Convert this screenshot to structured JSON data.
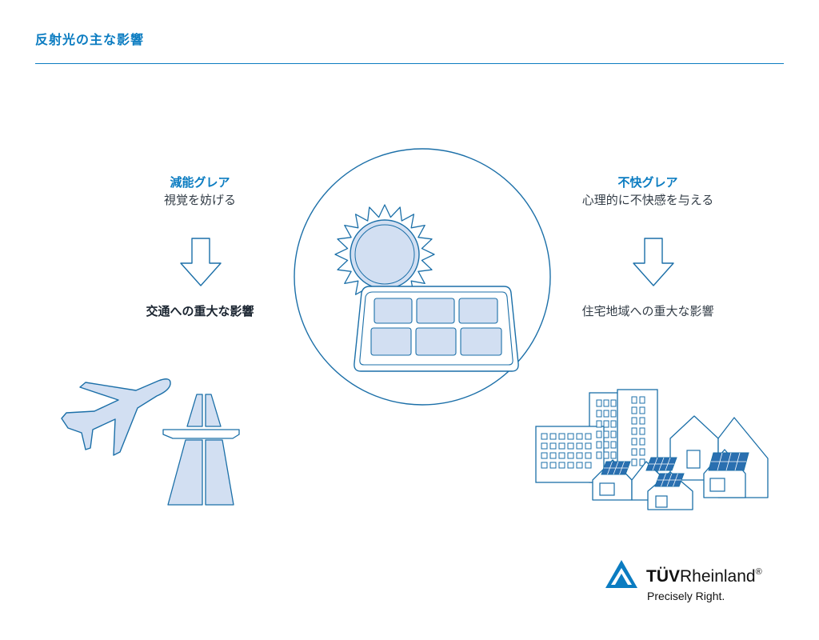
{
  "title": "反射光の主な影響",
  "left": {
    "heading": "減能グレア",
    "subheading": "視覚を妨げる",
    "impact": "交通への重大な影響"
  },
  "right": {
    "heading": "不快グレア",
    "subheading": "心理的に不快感を与える",
    "impact": "住宅地域への重大な影響"
  },
  "brand": {
    "name_bold": "TÜV",
    "name_regular": "Rheinland",
    "registered": "®",
    "tagline": "Precisely Right."
  },
  "colors": {
    "accent": "#0b7cc1",
    "icon_fill": "#d2dff2",
    "icon_stroke": "#1b6fa8"
  }
}
